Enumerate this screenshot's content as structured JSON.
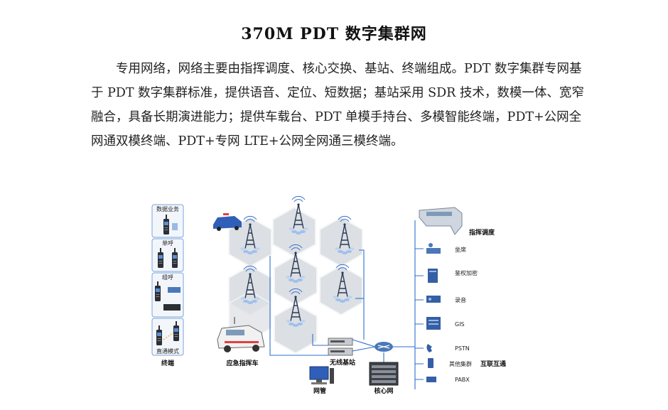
{
  "document": {
    "title": "370M  PDT 数字集群网",
    "paragraph": "专用网络，网络主要由指挥调度、核心交换、基站、终端组成。PDT 数字集群专网基于 PDT 数字集群标准，提供语音、定位、短数据；基站采用 SDR 技术，数模一体、宽窄融合，具备长期演进能力；提供车载台、PDT 单模手持台、多模智能终端，PDT+公网全网通双模终端、PDT+专网 LTE+公网全网通三模终端。"
  },
  "diagram": {
    "terminal_boxes": [
      "数据业务",
      "单呼",
      "组呼",
      "直通模式"
    ],
    "terminal_label": "终端",
    "vehicle_label": "应急指挥车",
    "base_station_label": "无线基站",
    "core_label": "核心网",
    "nms_label": "网管",
    "dispatch_label": "指挥调度",
    "dispatch_items": [
      "坐席",
      "鉴权加密",
      "录音",
      "GIS"
    ],
    "interconnect_label": "互联互通",
    "interconnect_items": [
      "PSTN",
      "其他集群",
      "PABX"
    ],
    "colors": {
      "line": "#2f6fd0",
      "hex": "#d9dce0",
      "device": "#4a78b8"
    }
  }
}
